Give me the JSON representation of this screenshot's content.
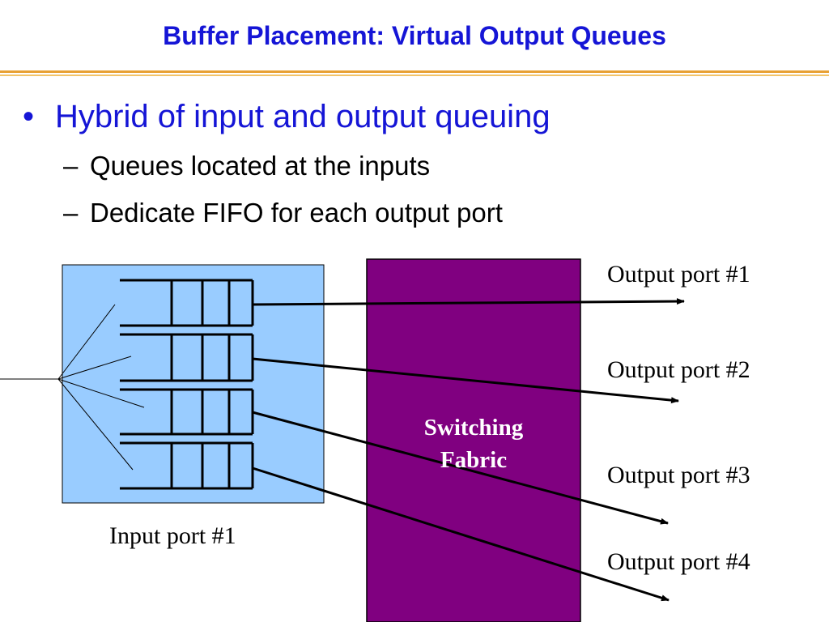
{
  "slide": {
    "title": "Buffer Placement: Virtual Output Queues",
    "bullet": {
      "marker": "•",
      "text": "Hybrid of input and output queuing"
    },
    "sub_bullets": [
      {
        "marker": "–",
        "text": "Queues located at the inputs"
      },
      {
        "marker": "–",
        "text": "Dedicate FIFO for each output port"
      }
    ]
  },
  "diagram": {
    "input_label": "Input port #1",
    "fabric_label_line1": "Switching",
    "fabric_label_line2": "Fabric",
    "output_labels": [
      "Output port #1",
      "Output port #2",
      "Output port #3",
      "Output port #4"
    ],
    "colors": {
      "title": "#1515d6",
      "input_box": "#99ccff",
      "fabric": "#800080",
      "rule": "#e8a033"
    }
  }
}
